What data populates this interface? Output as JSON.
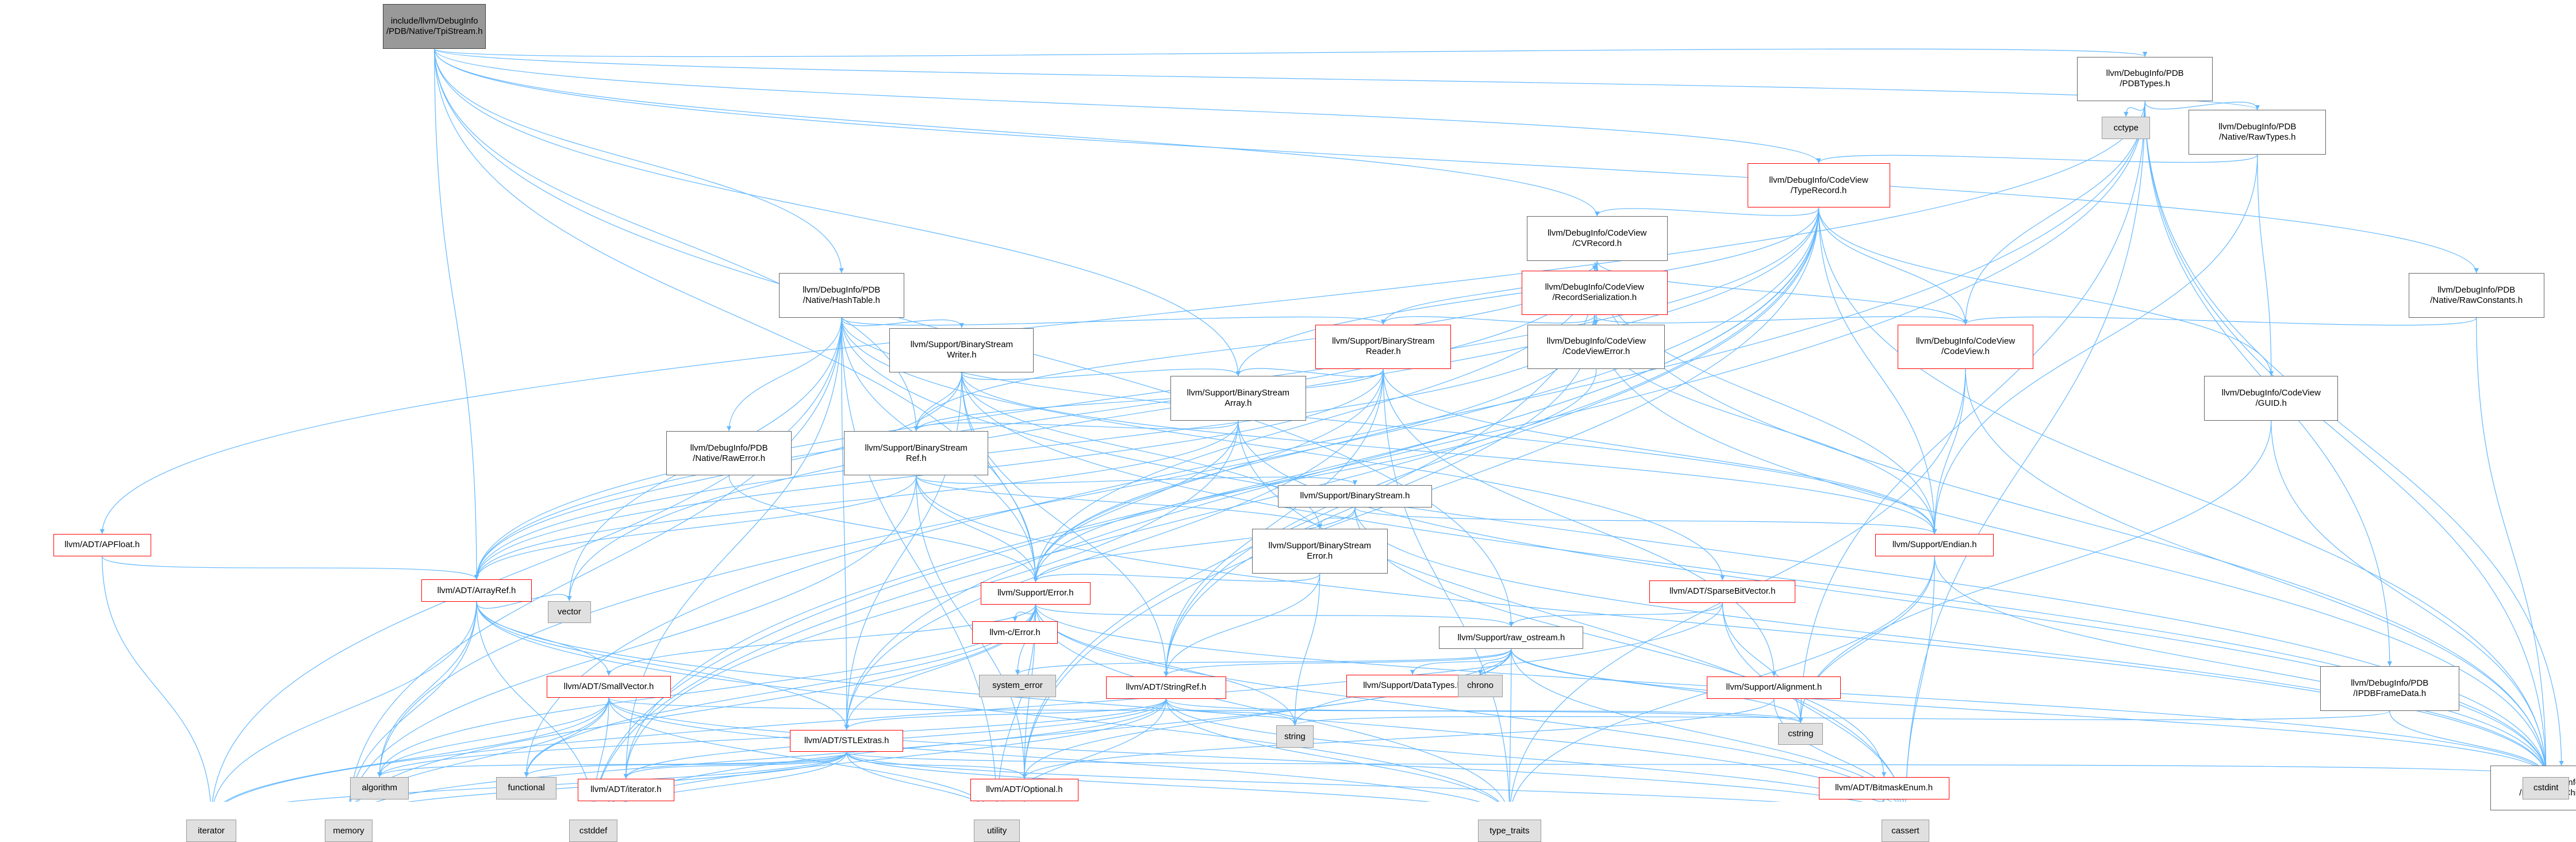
{
  "graph": {
    "edge_color": "#63b8ff",
    "nodes": [
      {
        "id": "root",
        "label": "include/llvm/DebugInfo\n/PDB/Native/TpiStream.h",
        "kind": "root"
      },
      {
        "id": "pdbtypes",
        "label": "llvm/DebugInfo/PDB\n/PDBTypes.h",
        "kind": "normal"
      },
      {
        "id": "cctype",
        "label": "cctype",
        "kind": "sys"
      },
      {
        "id": "rawtypes",
        "label": "llvm/DebugInfo/PDB\n/Native/RawTypes.h",
        "kind": "normal"
      },
      {
        "id": "typerecord",
        "label": "llvm/DebugInfo/CodeView\n/TypeRecord.h",
        "kind": "red"
      },
      {
        "id": "cvrecord",
        "label": "llvm/DebugInfo/CodeView\n/CVRecord.h",
        "kind": "normal"
      },
      {
        "id": "hashtable",
        "label": "llvm/DebugInfo/PDB\n/Native/HashTable.h",
        "kind": "normal"
      },
      {
        "id": "recordser",
        "label": "llvm/DebugInfo/CodeView\n/RecordSerialization.h",
        "kind": "red"
      },
      {
        "id": "rawconstants",
        "label": "llvm/DebugInfo/PDB\n/Native/RawConstants.h",
        "kind": "normal"
      },
      {
        "id": "bswriter",
        "label": "llvm/Support/BinaryStream\nWriter.h",
        "kind": "normal"
      },
      {
        "id": "bsreader",
        "label": "llvm/Support/BinaryStream\nReader.h",
        "kind": "red"
      },
      {
        "id": "cverror",
        "label": "llvm/DebugInfo/CodeView\n/CodeViewError.h",
        "kind": "normal"
      },
      {
        "id": "codeview",
        "label": "llvm/DebugInfo/CodeView\n/CodeView.h",
        "kind": "red"
      },
      {
        "id": "guid",
        "label": "llvm/DebugInfo/CodeView\n/GUID.h",
        "kind": "normal"
      },
      {
        "id": "bsarray",
        "label": "llvm/Support/BinaryStream\nArray.h",
        "kind": "normal"
      },
      {
        "id": "rawerror",
        "label": "llvm/DebugInfo/PDB\n/Native/RawError.h",
        "kind": "normal"
      },
      {
        "id": "bsref",
        "label": "llvm/Support/BinaryStream\nRef.h",
        "kind": "normal"
      },
      {
        "id": "apfloat",
        "label": "llvm/ADT/APFloat.h",
        "kind": "red"
      },
      {
        "id": "binarystream",
        "label": "llvm/Support/BinaryStream.h",
        "kind": "normal"
      },
      {
        "id": "bserror",
        "label": "llvm/Support/BinaryStream\nError.h",
        "kind": "normal"
      },
      {
        "id": "endian",
        "label": "llvm/Support/Endian.h",
        "kind": "red"
      },
      {
        "id": "arrayref",
        "label": "llvm/ADT/ArrayRef.h",
        "kind": "red"
      },
      {
        "id": "error",
        "label": "llvm/Support/Error.h",
        "kind": "red"
      },
      {
        "id": "sparsebit",
        "label": "llvm/ADT/SparseBitVector.h",
        "kind": "red"
      },
      {
        "id": "vector",
        "label": "vector",
        "kind": "sys"
      },
      {
        "id": "cerror",
        "label": "llvm-c/Error.h",
        "kind": "red"
      },
      {
        "id": "rawostream",
        "label": "llvm/Support/raw_ostream.h",
        "kind": "normal"
      },
      {
        "id": "smallvector",
        "label": "llvm/ADT/SmallVector.h",
        "kind": "red"
      },
      {
        "id": "datatypes",
        "label": "llvm/Support/DataTypes.h",
        "kind": "red"
      },
      {
        "id": "chrono",
        "label": "chrono",
        "kind": "sys"
      },
      {
        "id": "systemerror",
        "label": "system_error",
        "kind": "sys"
      },
      {
        "id": "stringref",
        "label": "llvm/ADT/StringRef.h",
        "kind": "red"
      },
      {
        "id": "alignment",
        "label": "llvm/Support/Alignment.h",
        "kind": "red"
      },
      {
        "id": "framedata",
        "label": "llvm/DebugInfo/PDB\n/IPDBFrameData.h",
        "kind": "normal"
      },
      {
        "id": "cstring",
        "label": "cstring",
        "kind": "sys"
      },
      {
        "id": "string",
        "label": "string",
        "kind": "sys"
      },
      {
        "id": "stlextras",
        "label": "llvm/ADT/STLExtras.h",
        "kind": "red"
      },
      {
        "id": "enumchildren",
        "label": "llvm/DebugInfo/PDB\n/IPDBEnumChildren.h",
        "kind": "normal"
      },
      {
        "id": "algorithm",
        "label": "algorithm",
        "kind": "sys"
      },
      {
        "id": "functional",
        "label": "functional",
        "kind": "sys"
      },
      {
        "id": "iteratorh",
        "label": "llvm/ADT/iterator.h",
        "kind": "red"
      },
      {
        "id": "optional",
        "label": "llvm/ADT/Optional.h",
        "kind": "red"
      },
      {
        "id": "bitmaskenum",
        "label": "llvm/ADT/BitmaskEnum.h",
        "kind": "red"
      },
      {
        "id": "cstdint",
        "label": "cstdint",
        "kind": "sys"
      },
      {
        "id": "iterator",
        "label": "iterator",
        "kind": "sys"
      },
      {
        "id": "memory",
        "label": "memory",
        "kind": "sys"
      },
      {
        "id": "cstddef",
        "label": "cstddef",
        "kind": "sys"
      },
      {
        "id": "utility",
        "label": "utility",
        "kind": "sys"
      },
      {
        "id": "typetraits",
        "label": "type_traits",
        "kind": "sys"
      },
      {
        "id": "cassert",
        "label": "cassert",
        "kind": "sys"
      }
    ],
    "edges": [
      [
        "root",
        "pdbtypes"
      ],
      [
        "root",
        "rawtypes"
      ],
      [
        "root",
        "cvrecord"
      ],
      [
        "root",
        "hashtable"
      ],
      [
        "root",
        "rawconstants"
      ],
      [
        "root",
        "bsarray"
      ],
      [
        "root",
        "bsref"
      ],
      [
        "root",
        "error"
      ],
      [
        "root",
        "rawostream"
      ],
      [
        "root",
        "arrayref"
      ],
      [
        "root",
        "typerecord"
      ],
      [
        "pdbtypes",
        "cctype"
      ],
      [
        "pdbtypes",
        "rawtypes"
      ],
      [
        "pdbtypes",
        "codeview"
      ],
      [
        "pdbtypes",
        "framedata"
      ],
      [
        "pdbtypes",
        "enumchildren"
      ],
      [
        "pdbtypes",
        "apfloat"
      ],
      [
        "pdbtypes",
        "functional"
      ],
      [
        "pdbtypes",
        "cstring"
      ],
      [
        "pdbtypes",
        "cstdint"
      ],
      [
        "pdbtypes",
        "cstddef"
      ],
      [
        "pdbtypes",
        "cassert"
      ],
      [
        "rawtypes",
        "typerecord"
      ],
      [
        "rawtypes",
        "guid"
      ],
      [
        "rawtypes",
        "endian"
      ],
      [
        "typerecord",
        "cvrecord"
      ],
      [
        "typerecord",
        "codeview"
      ],
      [
        "typerecord",
        "guid"
      ],
      [
        "typerecord",
        "arrayref"
      ],
      [
        "typerecord",
        "stringref"
      ],
      [
        "typerecord",
        "endian"
      ],
      [
        "typerecord",
        "optional"
      ],
      [
        "typerecord",
        "stlextras"
      ],
      [
        "typerecord",
        "iteratorh"
      ],
      [
        "typerecord",
        "vector"
      ],
      [
        "typerecord",
        "cstdint"
      ],
      [
        "typerecord",
        "cstddef"
      ],
      [
        "typerecord",
        "bsarray"
      ],
      [
        "typerecord",
        "algorithm"
      ],
      [
        "cvrecord",
        "recordser"
      ],
      [
        "cvrecord",
        "cverror"
      ],
      [
        "cvrecord",
        "codeview"
      ],
      [
        "cvrecord",
        "bsreader"
      ],
      [
        "cvrecord",
        "bsref"
      ],
      [
        "cvrecord",
        "error"
      ],
      [
        "cvrecord",
        "endian"
      ],
      [
        "cvrecord",
        "arrayref"
      ],
      [
        "cvrecord",
        "optional"
      ],
      [
        "cvrecord",
        "cstdint"
      ],
      [
        "recordser",
        "codeview"
      ],
      [
        "recordser",
        "bsreader"
      ],
      [
        "recordser",
        "error"
      ],
      [
        "recordser",
        "endian"
      ],
      [
        "recordser",
        "stringref"
      ],
      [
        "recordser",
        "cstdint"
      ],
      [
        "recordser",
        "arrayref"
      ],
      [
        "rawconstants",
        "codeview"
      ],
      [
        "rawconstants",
        "cstdint"
      ],
      [
        "hashtable",
        "bsreader"
      ],
      [
        "hashtable",
        "bswriter"
      ],
      [
        "hashtable",
        "rawerror"
      ],
      [
        "hashtable",
        "sparsebit"
      ],
      [
        "hashtable",
        "error"
      ],
      [
        "hashtable",
        "endian"
      ],
      [
        "hashtable",
        "stlextras"
      ],
      [
        "hashtable",
        "iteratorh"
      ],
      [
        "hashtable",
        "memory"
      ],
      [
        "hashtable",
        "vector"
      ],
      [
        "hashtable",
        "cstdint"
      ],
      [
        "hashtable",
        "utility"
      ],
      [
        "hashtable",
        "iterator"
      ],
      [
        "bswriter",
        "arrayref"
      ],
      [
        "bswriter",
        "stringref"
      ],
      [
        "bswriter",
        "bsarray"
      ],
      [
        "bswriter",
        "bserror"
      ],
      [
        "bswriter",
        "bsref"
      ],
      [
        "bswriter",
        "endian"
      ],
      [
        "bswriter",
        "error"
      ],
      [
        "bswriter",
        "cstdint"
      ],
      [
        "bswriter",
        "stlextras"
      ],
      [
        "bsreader",
        "arrayref"
      ],
      [
        "bsreader",
        "stlextras"
      ],
      [
        "bsreader",
        "bsarray"
      ],
      [
        "bsreader",
        "bsref"
      ],
      [
        "bsreader",
        "alignment"
      ],
      [
        "bsreader",
        "endian"
      ],
      [
        "bsreader",
        "error"
      ],
      [
        "bsreader",
        "typetraits"
      ],
      [
        "bsreader",
        "stringref"
      ],
      [
        "cverror",
        "error"
      ],
      [
        "codeview",
        "endian"
      ],
      [
        "codeview",
        "cstdint"
      ],
      [
        "codeview",
        "typetraits"
      ],
      [
        "guid",
        "cstdint"
      ],
      [
        "guid",
        "cstring"
      ],
      [
        "bsarray",
        "arrayref"
      ],
      [
        "bsarray",
        "iteratorh"
      ],
      [
        "bsarray",
        "bsref"
      ],
      [
        "bsarray",
        "error"
      ],
      [
        "bsarray",
        "cassert"
      ],
      [
        "bsarray",
        "cstdint"
      ],
      [
        "rawerror",
        "error"
      ],
      [
        "bsref",
        "arrayref"
      ],
      [
        "bsref",
        "optional"
      ],
      [
        "bsref",
        "binarystream"
      ],
      [
        "bsref",
        "bserror"
      ],
      [
        "bsref",
        "error"
      ],
      [
        "bsref",
        "cstdint"
      ],
      [
        "bsref",
        "memory"
      ],
      [
        "apfloat",
        "arrayref"
      ],
      [
        "apfloat",
        "iterator"
      ],
      [
        "binarystream",
        "bitmaskenum"
      ],
      [
        "binarystream",
        "bserror"
      ],
      [
        "binarystream",
        "endian"
      ],
      [
        "binarystream",
        "error"
      ],
      [
        "binarystream",
        "cstdint"
      ],
      [
        "bserror",
        "stringref"
      ],
      [
        "bserror",
        "error"
      ],
      [
        "bserror",
        "string"
      ],
      [
        "endian",
        "typetraits"
      ],
      [
        "endian",
        "cstdint"
      ],
      [
        "endian",
        "cassert"
      ],
      [
        "endian",
        "cstring"
      ],
      [
        "arrayref",
        "smallvector"
      ],
      [
        "arrayref",
        "stlextras"
      ],
      [
        "arrayref",
        "algorithm"
      ],
      [
        "arrayref",
        "cassert"
      ],
      [
        "arrayref",
        "cstddef"
      ],
      [
        "arrayref",
        "iterator"
      ],
      [
        "arrayref",
        "memory"
      ],
      [
        "arrayref",
        "typetraits"
      ],
      [
        "arrayref",
        "vector"
      ],
      [
        "error",
        "cerror"
      ],
      [
        "error",
        "stlextras"
      ],
      [
        "error",
        "smallvector"
      ],
      [
        "error",
        "rawostream"
      ],
      [
        "error",
        "algorithm"
      ],
      [
        "error",
        "cassert"
      ],
      [
        "error",
        "cstdint"
      ],
      [
        "error",
        "cstdlib"
      ],
      [
        "error",
        "functional"
      ],
      [
        "error",
        "memory"
      ],
      [
        "error",
        "string"
      ],
      [
        "error",
        "systemerror"
      ],
      [
        "error",
        "typetraits"
      ],
      [
        "error",
        "utility"
      ],
      [
        "error",
        "optional"
      ],
      [
        "sparsebit",
        "rawostream"
      ],
      [
        "sparsebit",
        "cassert"
      ],
      [
        "sparsebit",
        "climits"
      ],
      [
        "sparsebit",
        "cstring"
      ],
      [
        "sparsebit",
        "iterator"
      ],
      [
        "rawostream",
        "datatypes"
      ],
      [
        "rawostream",
        "chrono"
      ],
      [
        "rawostream",
        "cassert"
      ],
      [
        "rawostream",
        "cstddef"
      ],
      [
        "rawostream",
        "cstdint"
      ],
      [
        "rawostream",
        "cstring"
      ],
      [
        "rawostream",
        "string"
      ],
      [
        "rawostream",
        "systemerror"
      ],
      [
        "rawostream",
        "typetraits"
      ],
      [
        "rawostream",
        "optional"
      ],
      [
        "rawostream",
        "stringref"
      ],
      [
        "smallvector",
        "algorithm"
      ],
      [
        "smallvector",
        "cassert"
      ],
      [
        "smallvector",
        "cstddef"
      ],
      [
        "smallvector",
        "cstdlib"
      ],
      [
        "smallvector",
        "cstring"
      ],
      [
        "smallvector",
        "functional"
      ],
      [
        "smallvector",
        "iterator"
      ],
      [
        "smallvector",
        "memory"
      ],
      [
        "smallvector",
        "typetraits"
      ],
      [
        "smallvector",
        "utility"
      ],
      [
        "stringref",
        "stlextras"
      ],
      [
        "stringref",
        "algorithm"
      ],
      [
        "stringref",
        "cassert"
      ],
      [
        "stringref",
        "cstddef"
      ],
      [
        "stringref",
        "cstring"
      ],
      [
        "stringref",
        "string"
      ],
      [
        "stringref",
        "typetraits"
      ],
      [
        "stringref",
        "utility"
      ],
      [
        "stringref",
        "iteratorh"
      ],
      [
        "stringref",
        "memory"
      ],
      [
        "alignment",
        "cassert"
      ],
      [
        "alignment",
        "optional"
      ],
      [
        "framedata",
        "cstdint"
      ],
      [
        "framedata",
        "string"
      ],
      [
        "stlextras",
        "optional"
      ],
      [
        "stlextras",
        "iteratorh"
      ],
      [
        "stlextras",
        "algorithm"
      ],
      [
        "stlextras",
        "cassert"
      ],
      [
        "stlextras",
        "cstddef"
      ],
      [
        "stlextras",
        "cstdint"
      ],
      [
        "stlextras",
        "functional"
      ],
      [
        "stlextras",
        "iterator"
      ],
      [
        "stlextras",
        "memory"
      ],
      [
        "stlextras",
        "typetraits"
      ],
      [
        "stlextras",
        "utility"
      ],
      [
        "enumchildren",
        "cassert"
      ],
      [
        "enumchildren",
        "cstdint"
      ],
      [
        "enumchildren",
        "memory"
      ],
      [
        "iteratorh",
        "cstddef"
      ],
      [
        "iteratorh",
        "iterator"
      ],
      [
        "iteratorh",
        "typetraits"
      ],
      [
        "iteratorh",
        "utility"
      ],
      [
        "optional",
        "cassert"
      ],
      [
        "optional",
        "memory"
      ],
      [
        "optional",
        "cstddef"
      ],
      [
        "optional",
        "utility"
      ],
      [
        "optional",
        "typetraits"
      ],
      [
        "bitmaskenum",
        "cassert"
      ],
      [
        "bitmaskenum",
        "typetraits"
      ],
      [
        "bitmaskenum",
        "utility"
      ]
    ]
  }
}
